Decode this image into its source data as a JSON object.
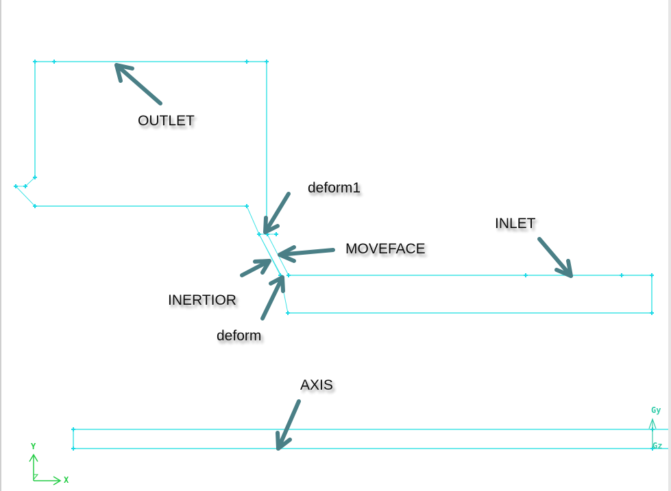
{
  "diagram": {
    "title": "2D axisymmetric mesh boundary zones",
    "colors": {
      "edge": "#3fe3e6",
      "vertex": "#1ad9e6",
      "arrow": "#4a7f86",
      "axis_triad": "#22cc44",
      "gravity": "#33ccaa",
      "label": "#111111"
    },
    "labels": {
      "outlet": "OUTLET",
      "deform1": "deform1",
      "moveface": "MOVEFACE",
      "inlet": "INLET",
      "inertior": "INERTIOR",
      "deform": "deform",
      "axis": "AXIS"
    },
    "triad": {
      "x": "X",
      "y": "Y",
      "z": "Z"
    },
    "gravity": {
      "gy": "Gy",
      "gz": "Gz"
    }
  }
}
